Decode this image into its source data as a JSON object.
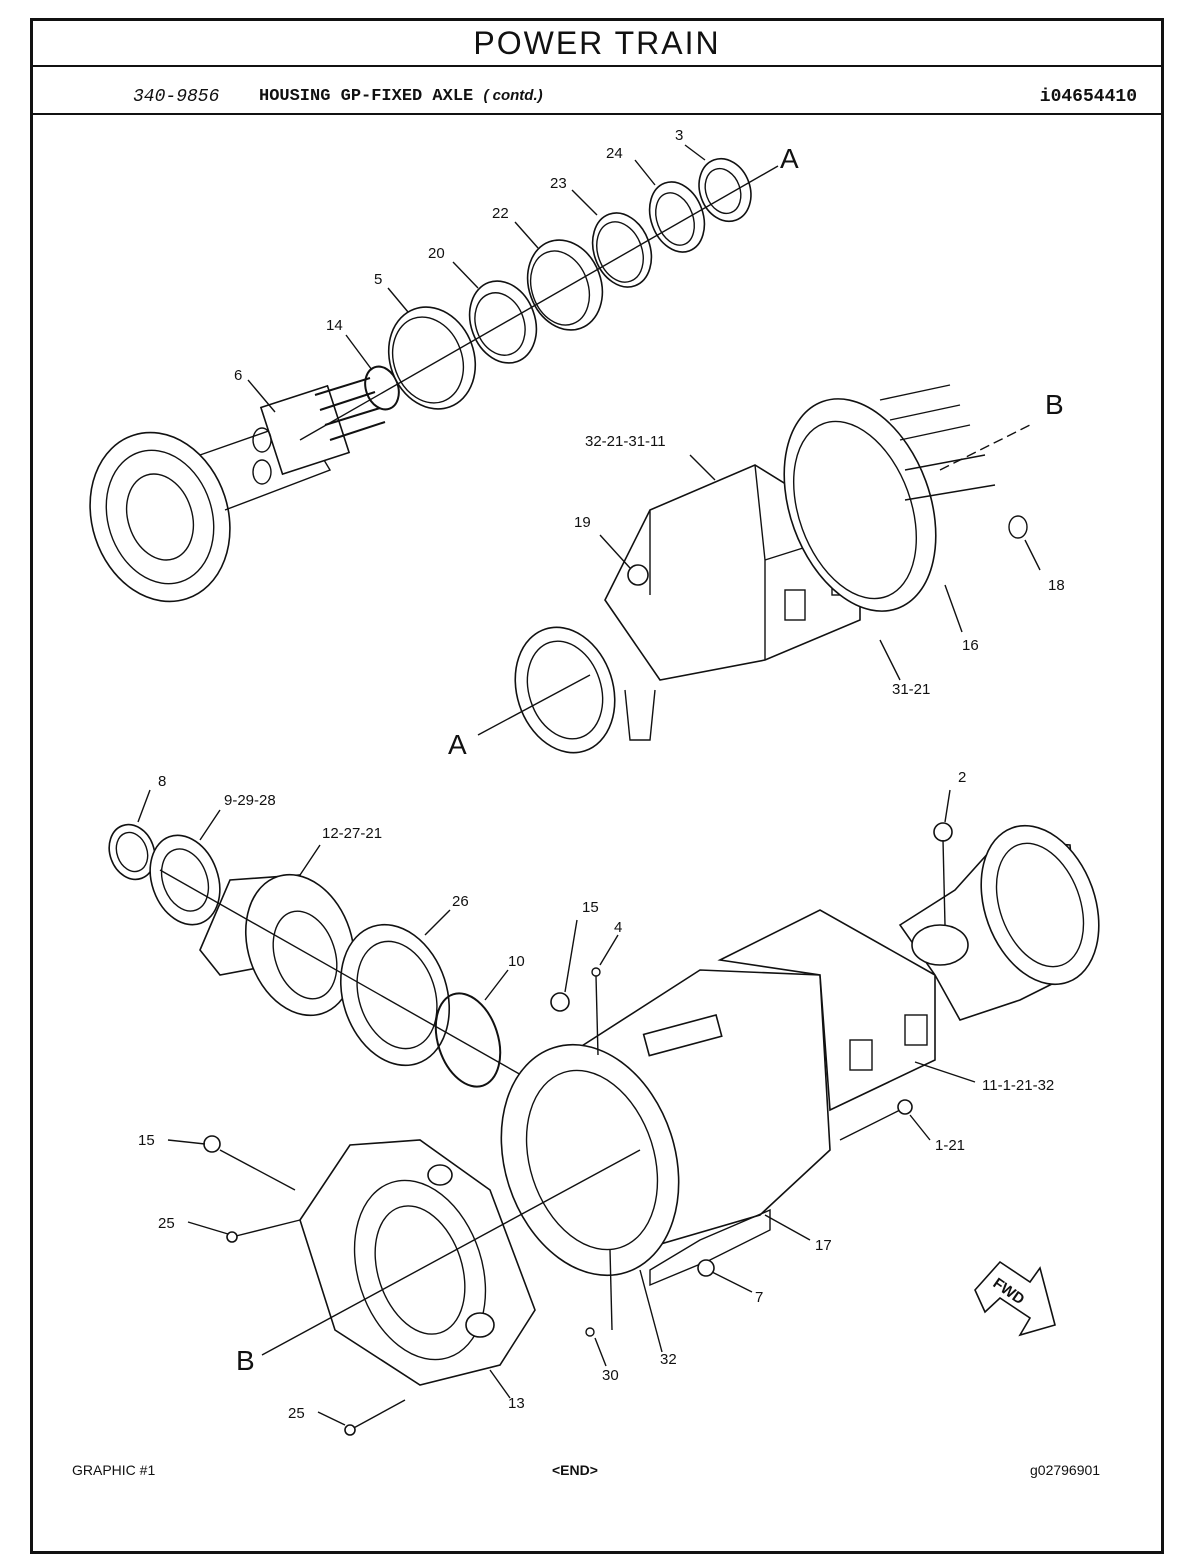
{
  "header": {
    "title": "POWER TRAIN",
    "part_number": "340-9856",
    "description": "HOUSING GP-FIXED AXLE",
    "contd": "( contd.)",
    "illustration_id": "i04654410"
  },
  "callouts": {
    "c3": "3",
    "c24": "24",
    "cA_top": "A",
    "c23": "23",
    "c22": "22",
    "c20": "20",
    "c5": "5",
    "c14": "14",
    "c6": "6",
    "cB_top": "B",
    "c32_21_31_11": "32-21-31-11",
    "c19": "19",
    "c18": "18",
    "c16": "16",
    "c31_21": "31-21",
    "cA_mid": "A",
    "c8": "8",
    "c9_29_28": "9-29-28",
    "c12_27_21": "12-27-21",
    "c2": "2",
    "c26": "26",
    "c15a": "15",
    "c4": "4",
    "c10": "10",
    "c11_1_21_32": "11-1-21-32",
    "c15b": "15",
    "c1_21": "1-21",
    "c25a": "25",
    "c17": "17",
    "c7": "7",
    "c30": "30",
    "c32": "32",
    "cB_bot": "B",
    "c13": "13",
    "c25b": "25",
    "fwd": "FWD"
  },
  "footer": {
    "graphic": "GRAPHIC #1",
    "end": "<END>",
    "graphic_id": "g02796901"
  }
}
